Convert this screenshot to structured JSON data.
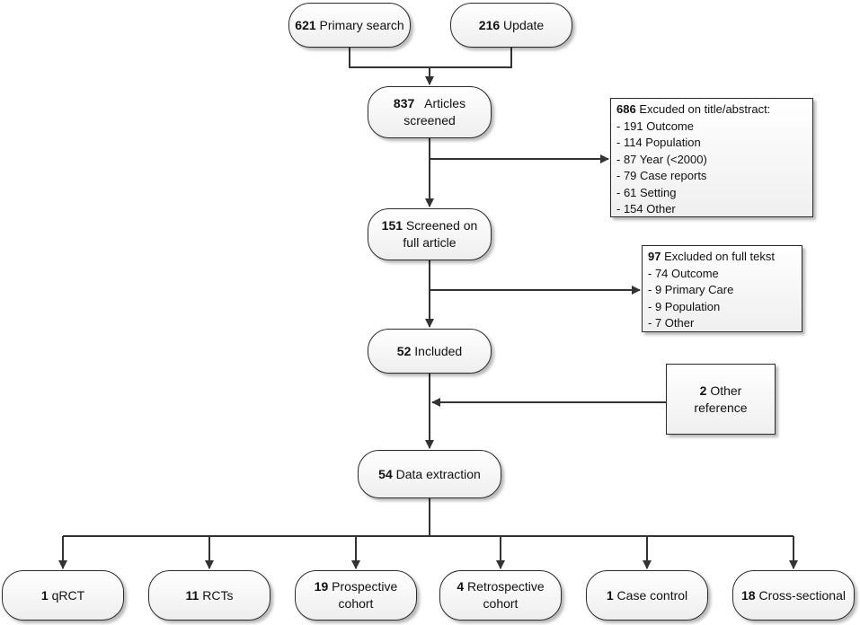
{
  "nodes": {
    "primary_search": {
      "count": "621",
      "label": "Primary search"
    },
    "update": {
      "count": "216",
      "label": "Update"
    },
    "screened": {
      "count": "837",
      "line1": "Articles",
      "line2": "screened"
    },
    "full_article": {
      "count": "151",
      "line1": "Screened on",
      "line2": "full article"
    },
    "included": {
      "count": "52",
      "label": "Included"
    },
    "other_reference": {
      "count": "2",
      "line1": "Other",
      "line2": "reference"
    },
    "data_extraction": {
      "count": "54",
      "label": "Data extraction"
    }
  },
  "exclusions": {
    "title_abstract": {
      "count": "686",
      "heading": "Excuded on title/abstract:",
      "items": [
        "- 191 Outcome",
        "- 114 Population",
        "- 87 Year (<2000)",
        "- 79 Case reports",
        "- 61 Setting",
        "- 154 Other"
      ]
    },
    "full_text": {
      "count": "97",
      "heading": "Excluded on full tekst",
      "items": [
        "- 74 Outcome",
        "- 9 Primary Care",
        "- 9 Population",
        "- 7 Other"
      ]
    }
  },
  "designs": [
    {
      "count": "1",
      "line1": "qRCT",
      "line2": ""
    },
    {
      "count": "11",
      "line1": "RCTs",
      "line2": ""
    },
    {
      "count": "19",
      "line1": "Prospective",
      "line2": "cohort"
    },
    {
      "count": "4",
      "line1": "Retrospective",
      "line2": "cohort"
    },
    {
      "count": "1",
      "line1": "Case control",
      "line2": ""
    },
    {
      "count": "18",
      "line1": "Cross-sectional",
      "line2": ""
    }
  ]
}
